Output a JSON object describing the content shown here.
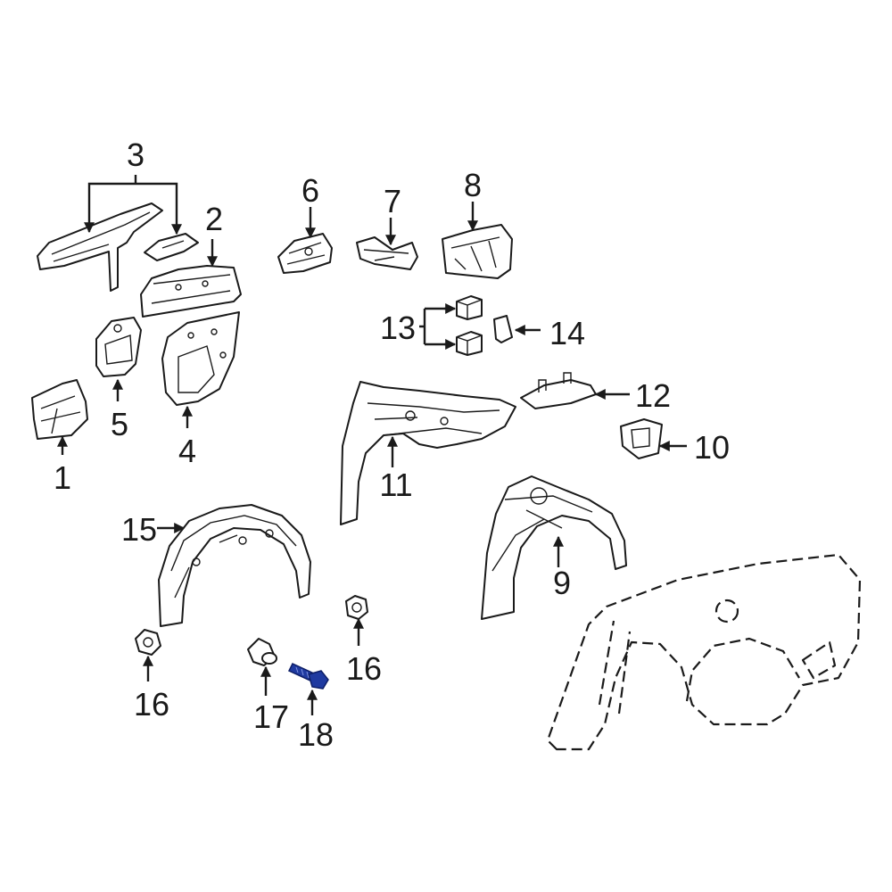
{
  "labels": {
    "p1": "1",
    "p2": "2",
    "p3": "3",
    "p4": "4",
    "p5": "5",
    "p6": "6",
    "p7": "7",
    "p8": "8",
    "p9": "9",
    "p10": "10",
    "p11": "11",
    "p12": "12",
    "p13": "13",
    "p14": "14",
    "p15": "15",
    "p16a": "16",
    "p16b": "16",
    "p17": "17",
    "p18": "18"
  },
  "colors": {
    "line": "#1a1a1a",
    "highlight": "#1f3aa0",
    "background": "#ffffff"
  },
  "highlighted_part": "18"
}
